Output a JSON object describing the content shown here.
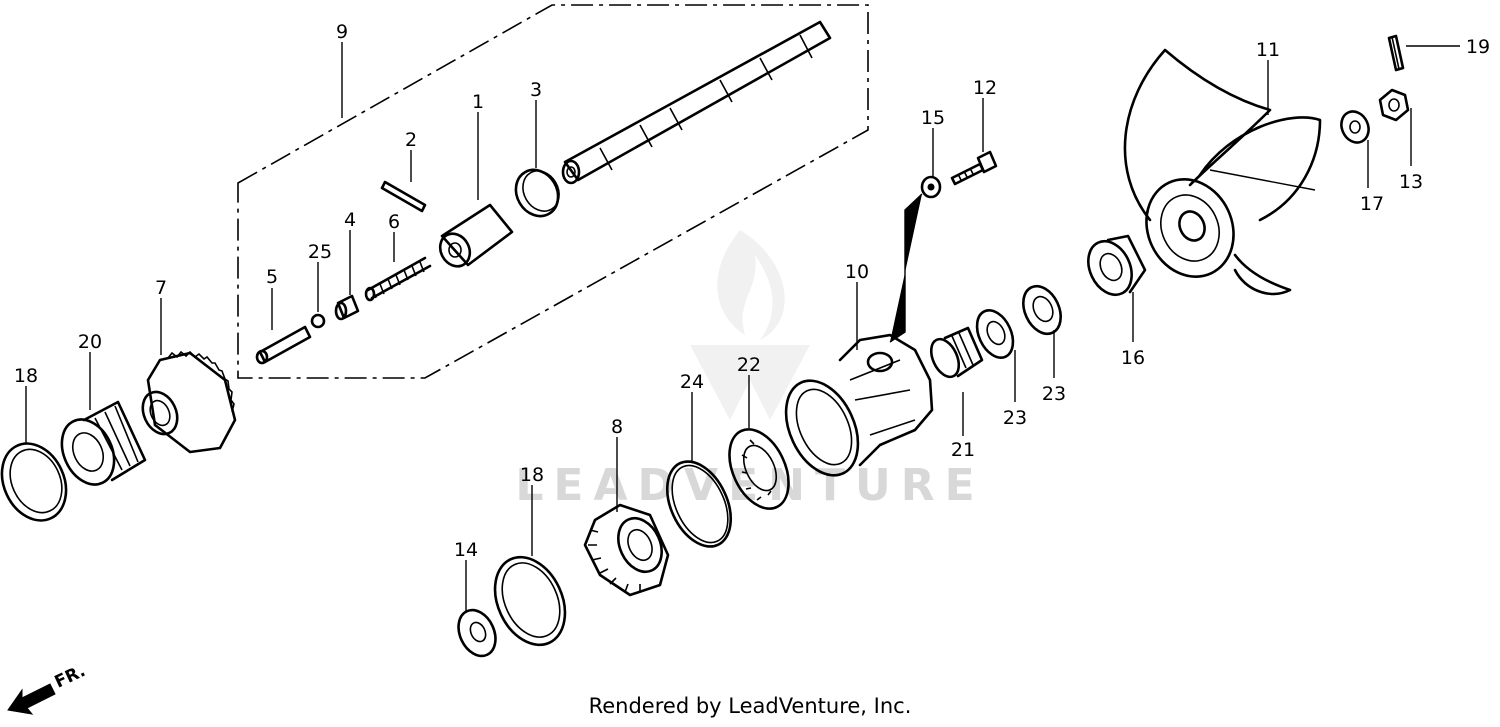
{
  "watermark": "LEADVENTURE",
  "footer": "Rendered by LeadVenture, Inc.",
  "direction_label": "FR.",
  "callouts": {
    "c1": "1",
    "c2": "2",
    "c3": "3",
    "c4": "4",
    "c5": "5",
    "c6": "6",
    "c7": "7",
    "c8": "8",
    "c9": "9",
    "c10": "10",
    "c11": "11",
    "c12": "12",
    "c13": "13",
    "c14": "14",
    "c15": "15",
    "c16": "16",
    "c17": "17",
    "c18a": "18",
    "c18b": "18",
    "c19": "19",
    "c20": "20",
    "c21": "21",
    "c22": "22",
    "c23a": "23",
    "c23b": "23",
    "c24": "24",
    "c25": "25"
  }
}
